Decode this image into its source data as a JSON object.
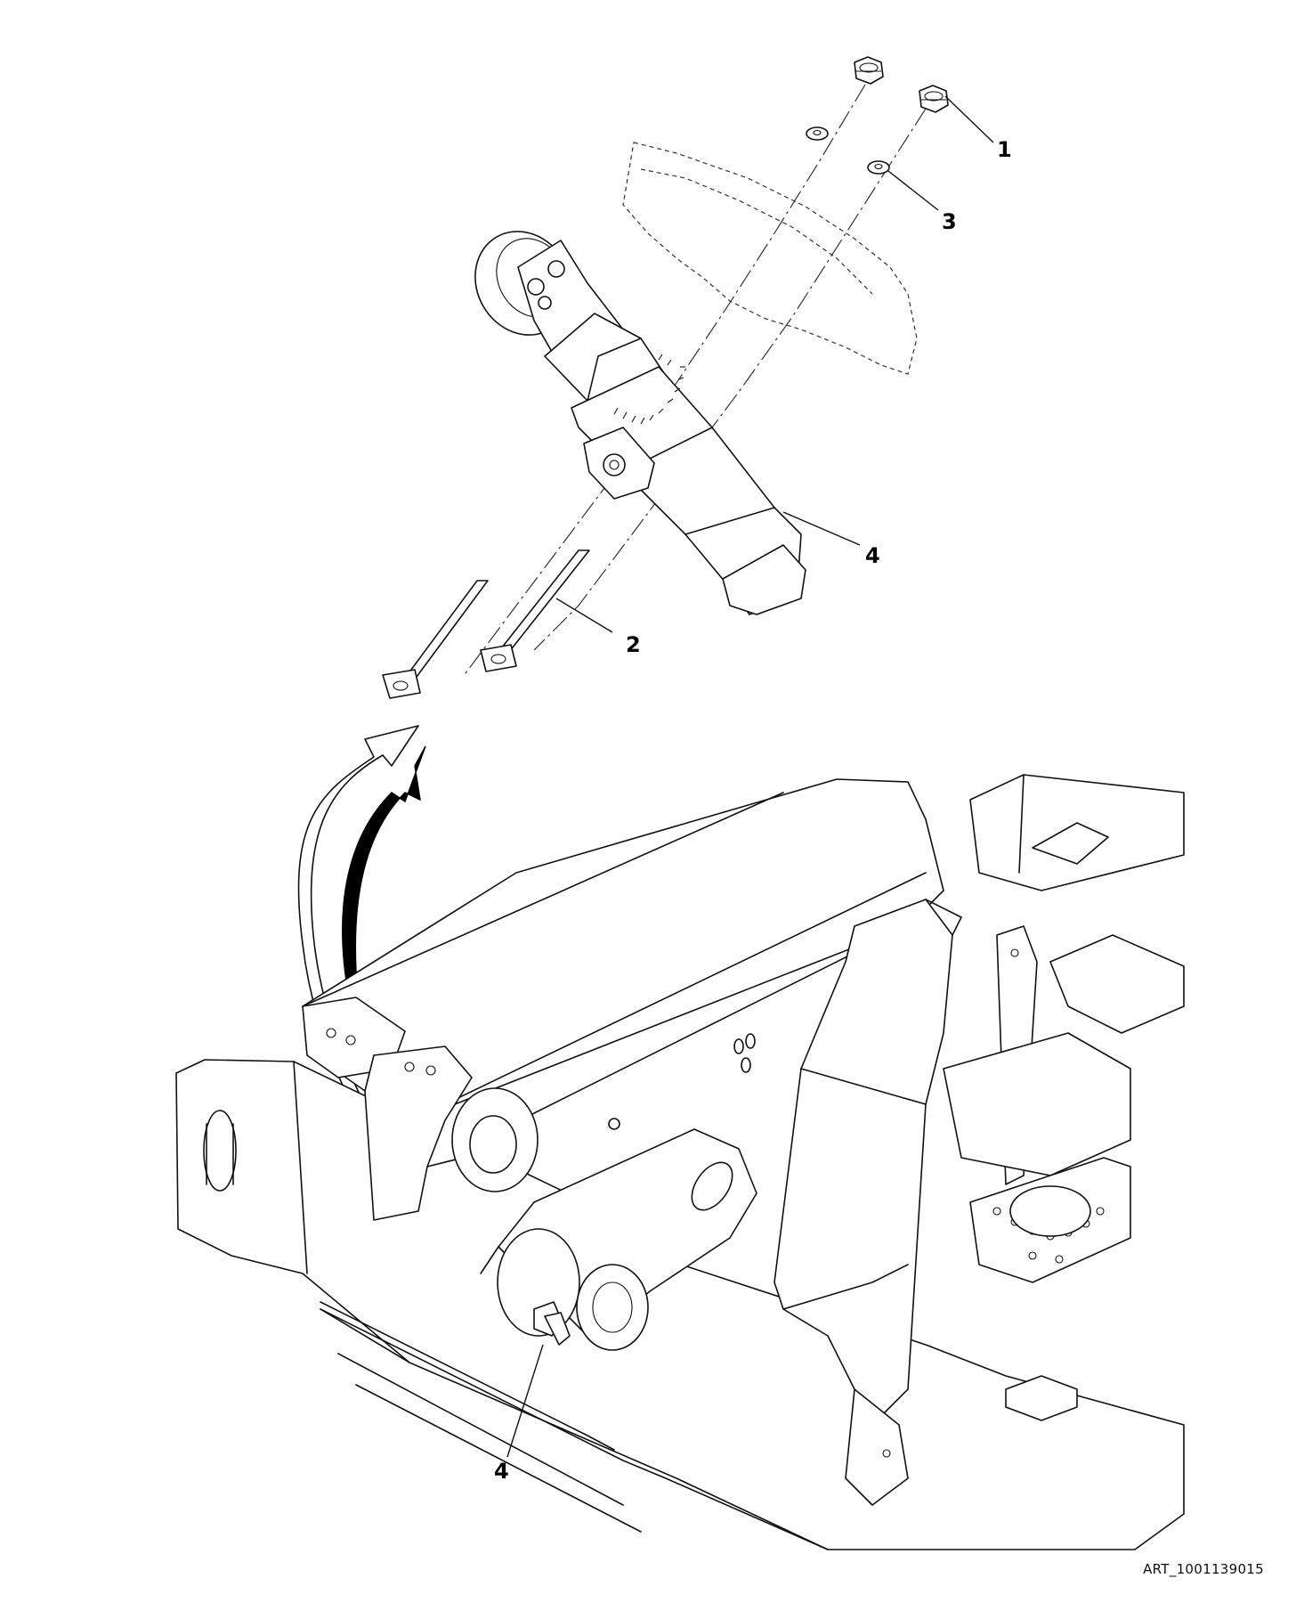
{
  "diagram": {
    "callouts": [
      {
        "id": "callout-1",
        "label": "1"
      },
      {
        "id": "callout-3",
        "label": "3"
      },
      {
        "id": "callout-4-upper",
        "label": "4"
      },
      {
        "id": "callout-2",
        "label": "2"
      },
      {
        "id": "callout-4-lower",
        "label": "4"
      }
    ],
    "art_reference": "ART_1001139015",
    "colors": {
      "line": "#111111",
      "background": "#ffffff",
      "arrow_fill": "#000000"
    }
  }
}
